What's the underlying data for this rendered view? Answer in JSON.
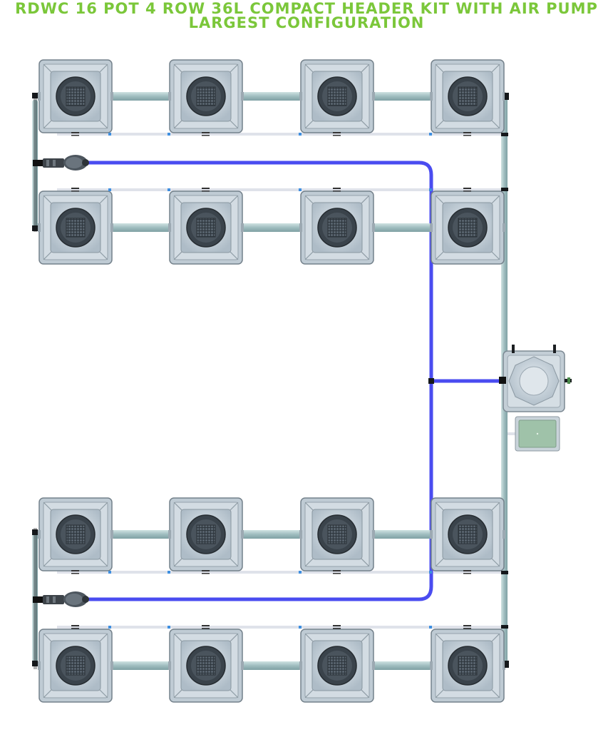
{
  "title": {
    "line1": "RDWC 16 POT 4 ROW 36L COMPACT HEADER KIT WITH AIR PUMP",
    "line2": "LARGEST CONFIGURATION"
  },
  "colors": {
    "title": "#7bc73a",
    "pot_body": "#c8d3db",
    "pot_dark": "#37414a",
    "pipe": "#a9c4c6",
    "air_line": "#4a4cf0",
    "drain_line": "#dfe2ea",
    "accent_blue": "#3f8fe0"
  },
  "diagram": {
    "pots": 16,
    "rows": 4,
    "pots_per_row": 4,
    "components": [
      "pot-icon",
      "header-tank-icon",
      "air-pump-icon",
      "inline-pump-icon"
    ]
  }
}
